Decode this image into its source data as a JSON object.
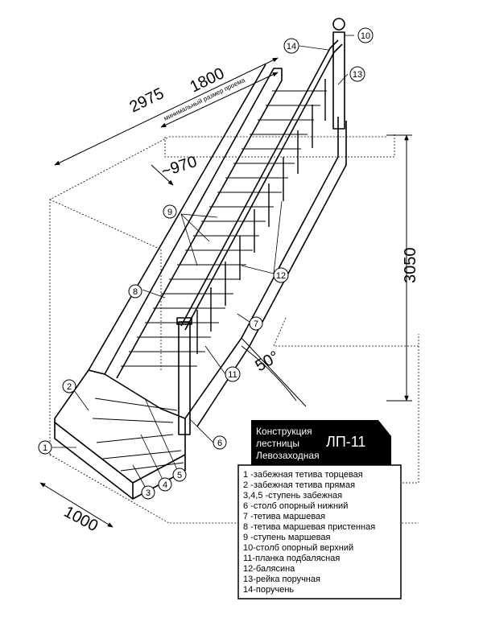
{
  "dimensions": {
    "total_length": "2975",
    "opening_length": "1800",
    "opening_note": "минимальный размер проема",
    "width": "~970",
    "height": "3050",
    "angle": "50°",
    "bottom_width": "1000"
  },
  "callouts": [
    "1",
    "2",
    "3",
    "4",
    "5",
    "6",
    "7",
    "8",
    "9",
    "10",
    "11",
    "12",
    "13",
    "14"
  ],
  "legend": {
    "title_lines": [
      "Конструкция",
      "лестницы",
      "Левозаходная"
    ],
    "model": "ЛП-11",
    "items": [
      "1  -забежная тетива торцевая",
      "2  -забежная тетива прямая",
      "3,4,5  -ступень забежная",
      "6  -столб опорный нижний",
      "7  -тетива маршевая",
      "8  -тетива маршевая пристенная",
      "9  -ступень маршевая",
      "10-столб опорный верхний",
      "11-планка подбалясная",
      "12-балясина",
      "13-рейка поручная",
      "14-поручень"
    ]
  }
}
